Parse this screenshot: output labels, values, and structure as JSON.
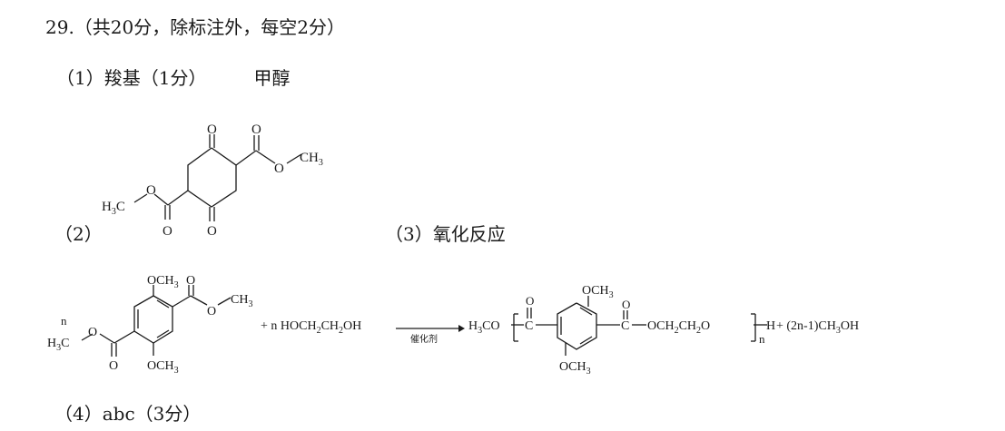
{
  "title": "29.（共20分，除标注外，每空2分）",
  "q1": {
    "label": "（1）",
    "answer1": "羧基（1分）",
    "answer2": "甲醇"
  },
  "q2": {
    "label": "（2）",
    "atoms": {
      "o_top_ring": "O",
      "o_top_carbonyl": "O",
      "o_top_ester": "O",
      "ch3_top": "CH",
      "ch3_top_sub": "3",
      "h3c_left_h": "H",
      "h3c_left_sub": "3",
      "h3c_left_c": "C",
      "o_left_ester": "O",
      "o_bottom_carbonyl": "O",
      "o_bottom_ring": "O"
    }
  },
  "q3": {
    "label": "（3）",
    "answer": "氧化反应"
  },
  "reaction": {
    "n_coef": "n",
    "och3_top": "OCH",
    "och3_top_sub": "3",
    "o_top": "O",
    "o_ester_top": "O",
    "ch3_top": "CH",
    "ch3_top_sub": "3",
    "h3c_h": "H",
    "h3c_sub": "3",
    "h3c_c": "C",
    "o_left": "O",
    "o_bottom_carbonyl": "O",
    "och3_bottom": "OCH",
    "och3_bottom_sub": "3",
    "plus_reagent": "+ n HOCH",
    "reagent_sub1": "2",
    "reagent_mid": "CH",
    "reagent_sub2": "2",
    "reagent_end": "OH",
    "catalyst": "催化剂",
    "product_h3co_h": "H",
    "product_h3co_sub": "3",
    "product_h3co_co": "CO",
    "product_o_left": "O",
    "product_c_left": "C",
    "product_och3_top": "OCH",
    "product_och3_top_sub": "3",
    "product_o_right": "O",
    "product_c_right": "C",
    "product_chain": "OCH",
    "product_chain_sub1": "2",
    "product_chain_mid": "CH",
    "product_chain_sub2": "2",
    "product_chain_end": "O",
    "product_h": "H",
    "product_n": "n",
    "byproduct": "+ (2n-1)CH",
    "byproduct_sub": "3",
    "byproduct_end": "OH",
    "product_och3_bottom": "OCH",
    "product_och3_bottom_sub": "3"
  },
  "q4": {
    "label": "（4）",
    "answer": "abc（3分）"
  }
}
